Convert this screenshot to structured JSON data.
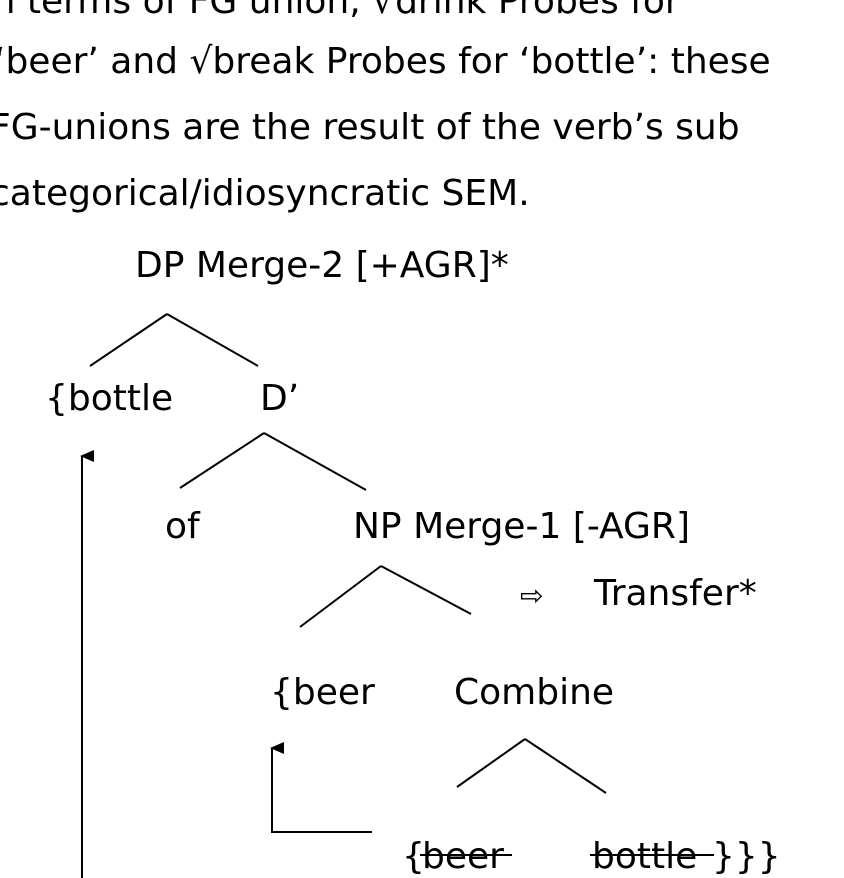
{
  "paragraph": {
    "line1": "In terms of FG union, √drink Probes for",
    "line2": "‘beer’ and √break Probes for ‘bottle’: these",
    "line3": "FG-unions are the result of the verb’s sub",
    "line4": "categorical/idiosyncratic SEM."
  },
  "tree": {
    "root": "DP Merge-2 [+AGR]*",
    "bottle_left": "{bottle",
    "d_bar": "D’",
    "of": "of",
    "np": "NP Merge-1 [-AGR]",
    "transfer_arrow": "⇨",
    "transfer": "Transfer*",
    "beer_left": "{beer",
    "combine": "Combine",
    "brace_open": "{",
    "beer_struck": "beer",
    "bottle_struck": "bottle",
    "brace_close": "}}}"
  }
}
